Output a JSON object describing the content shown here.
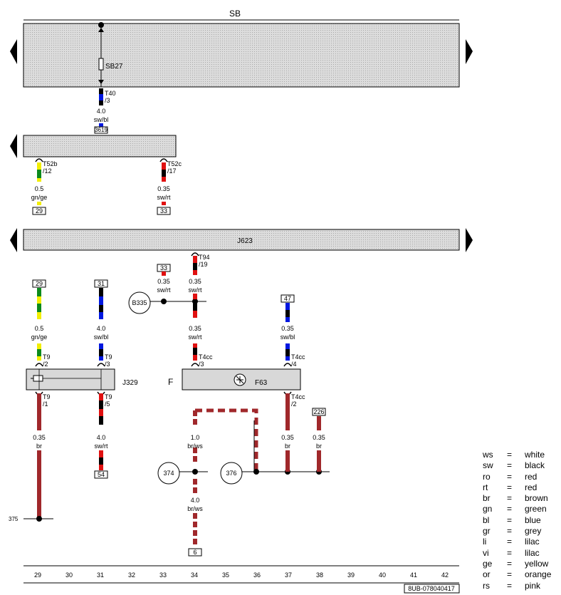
{
  "busbars": {
    "sb_title": "SB",
    "j623_title": "J623",
    "j329_label": "J329",
    "f_label": "F",
    "f63_label": "F63"
  },
  "fuse": {
    "label": "SB27"
  },
  "connectors": {
    "t40": [
      "T40",
      "/3"
    ],
    "t52b": [
      "T52b",
      "/12"
    ],
    "t52c": [
      "T52c",
      "/17"
    ],
    "t94": [
      "T94",
      "/19"
    ],
    "t9_2": [
      "T9",
      "/2"
    ],
    "t9_3": [
      "T9",
      "/3"
    ],
    "t9_1": [
      "T9",
      "/1"
    ],
    "t9_5": [
      "T9",
      "/5"
    ],
    "t4cc_3": [
      "T4cc",
      "/3"
    ],
    "t4cc_4": [
      "T4cc",
      "/4"
    ],
    "t4cc_2": [
      "T4cc",
      "/2"
    ]
  },
  "wires": {
    "w_t40": [
      "4.0",
      "sw/bl"
    ],
    "w_t52b": [
      "0.5",
      "gn/ge"
    ],
    "w_t52c": [
      "0.35",
      "sw/rt"
    ],
    "w_b335_left": [
      "0.35",
      "sw/rt"
    ],
    "w_t94": [
      "0.35",
      "sw/rt"
    ],
    "w_c29": [
      "0.5",
      "gn/ge"
    ],
    "w_c31": [
      "4.0",
      "sw/bl"
    ],
    "w_c34_lower": [
      "0.35",
      "sw/rt"
    ],
    "w_c37_upper": [
      "0.35",
      "sw/bl"
    ],
    "w_c29_low": [
      "0.35",
      "br"
    ],
    "w_c31_low": [
      "4.0",
      "sw/rt"
    ],
    "w_c34_mid": [
      "1.0",
      "br/ws"
    ],
    "w_c34_bottom": [
      "4.0",
      "br/ws"
    ],
    "w_c37_low": [
      "0.35",
      "br"
    ],
    "w_c38_low": [
      "0.35",
      "br"
    ]
  },
  "refs": {
    "r_3619": "3619",
    "r_29a": "29",
    "r_33a": "33",
    "r_33b": "33",
    "r_29b": "29",
    "r_31": "31",
    "r_47": "47",
    "r_54": "54",
    "r_226": "226",
    "r_6": "6"
  },
  "ground_points": {
    "b335": "B335",
    "p374": "374",
    "p376": "376",
    "p375": "375"
  },
  "columns": [
    "29",
    "30",
    "31",
    "32",
    "33",
    "34",
    "35",
    "36",
    "37",
    "38",
    "39",
    "40",
    "41",
    "42"
  ],
  "footer_code": "8UB-078040417",
  "legend": [
    {
      "abbr": "ws",
      "eq": "=",
      "name": "white"
    },
    {
      "abbr": "sw",
      "eq": "=",
      "name": "black"
    },
    {
      "abbr": "ro",
      "eq": "=",
      "name": "red"
    },
    {
      "abbr": "rt",
      "eq": "=",
      "name": "red"
    },
    {
      "abbr": "br",
      "eq": "=",
      "name": "brown"
    },
    {
      "abbr": "gn",
      "eq": "=",
      "name": "green"
    },
    {
      "abbr": "bl",
      "eq": "=",
      "name": "blue"
    },
    {
      "abbr": "gr",
      "eq": "=",
      "name": "grey"
    },
    {
      "abbr": "li",
      "eq": "=",
      "name": "lilac"
    },
    {
      "abbr": "vi",
      "eq": "=",
      "name": "lilac"
    },
    {
      "abbr": "ge",
      "eq": "=",
      "name": "yellow"
    },
    {
      "abbr": "or",
      "eq": "=",
      "name": "orange"
    },
    {
      "abbr": "rs",
      "eq": "=",
      "name": "pink"
    }
  ],
  "colors": {
    "sw": "#000000",
    "bl": "#0018e0",
    "gn": "#0c8a1c",
    "ge": "#f2ee00",
    "rt": "#e01010",
    "br": "#a0282b",
    "ws": "#ffffff",
    "component_fill": "#d8d8d8"
  }
}
